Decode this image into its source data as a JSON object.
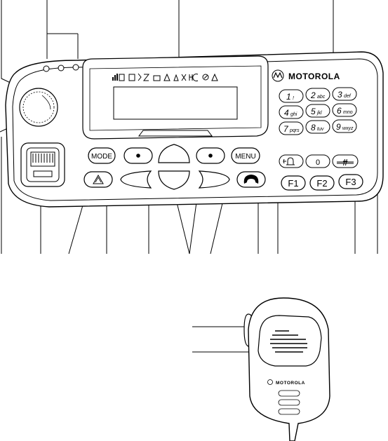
{
  "brand": "MOTOROLA",
  "mic_brand": "MOTOROLA",
  "buttons": {
    "mode": "MODE",
    "menu": "MENU"
  },
  "keypad": [
    {
      "digit": "1",
      "letters": "!"
    },
    {
      "digit": "2",
      "letters": "abc"
    },
    {
      "digit": "3",
      "letters": "def"
    },
    {
      "digit": "4",
      "letters": "ghi"
    },
    {
      "digit": "5",
      "letters": "jkl"
    },
    {
      "digit": "6",
      "letters": "mno"
    },
    {
      "digit": "7",
      "letters": "pqrs"
    },
    {
      "digit": "8",
      "letters": "tuv"
    },
    {
      "digit": "9",
      "letters": "wxyz"
    },
    {
      "digit": "",
      "letters": ""
    },
    {
      "digit": "0",
      "letters": ""
    },
    {
      "digit": "#",
      "letters": ""
    }
  ],
  "function_keys": [
    "F1",
    "F2",
    "F3"
  ],
  "icons": {
    "logo": "motorola-batwing-icon",
    "nav_up": "chevron-up-icon",
    "nav_down": "chevron-down-icon",
    "nav_left": "chevron-left-icon",
    "nav_right": "chevron-right-icon",
    "emergency": "triangle-warning-icon",
    "phone": "phone-handset-icon",
    "bell": "bell-icon",
    "connector": "rj45-connector-icon"
  }
}
